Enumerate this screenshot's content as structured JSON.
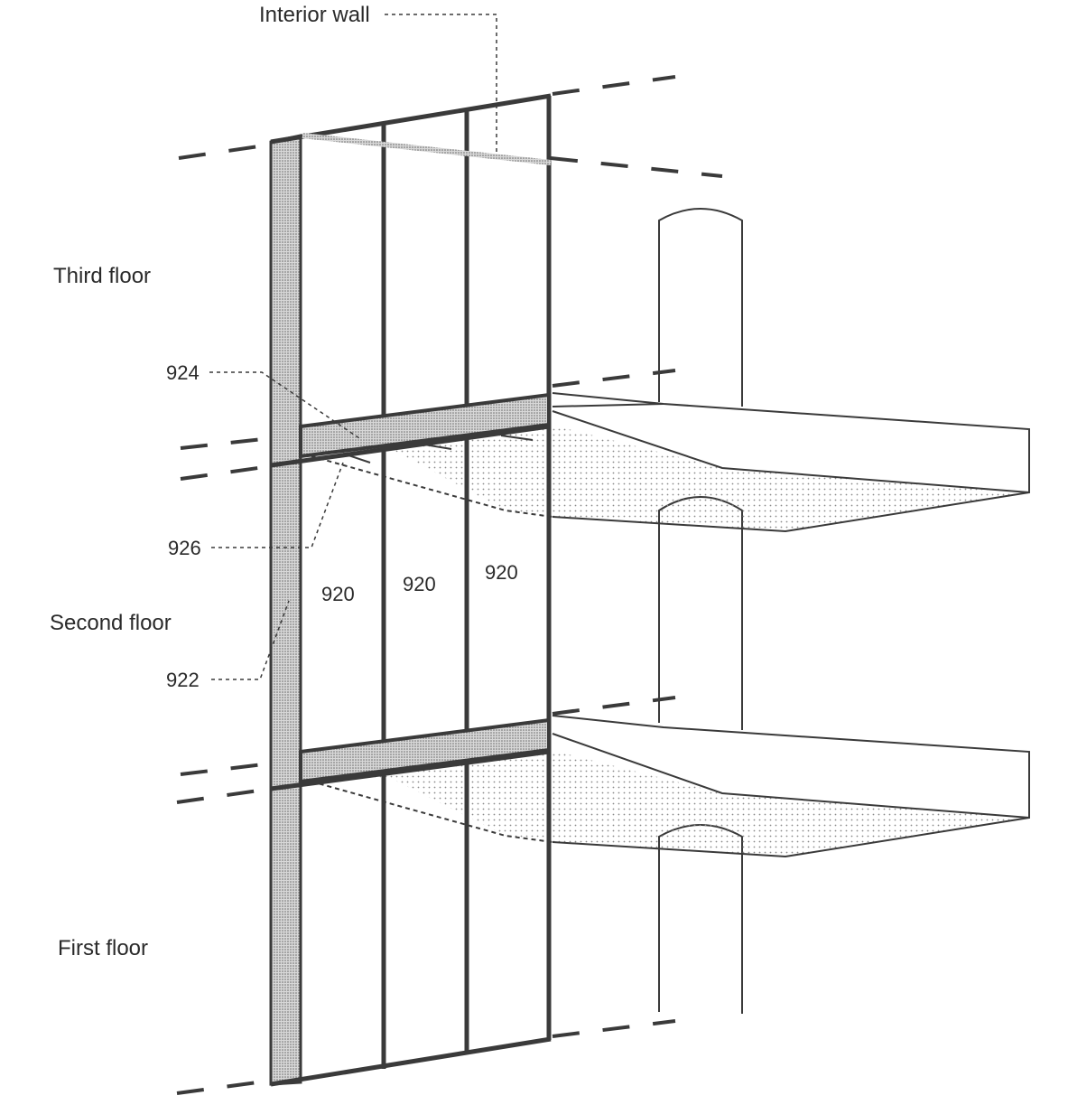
{
  "labels": {
    "interior_wall": "Interior wall",
    "third_floor": "Third floor",
    "second_floor": "Second floor",
    "first_floor": "First floor"
  },
  "refs": {
    "r924": "924",
    "r926": "926",
    "r922": "922",
    "panel_a": "920",
    "panel_b": "920",
    "panel_c": "920"
  },
  "colors": {
    "line": "#3a3a3a",
    "stipple": "#9a9a9a",
    "background": "#ffffff"
  }
}
